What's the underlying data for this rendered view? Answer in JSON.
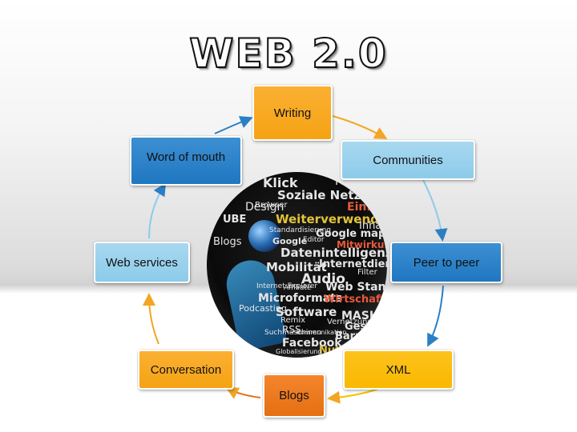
{
  "title": "WEB 2.0",
  "nodes": {
    "writing": "Writing",
    "communities": "Communities",
    "peer_to_peer": "Peer to peer",
    "xml": "XML",
    "blogs": "Blogs",
    "conversation": "Conversation",
    "web_services": "Web services",
    "word_of_mouth": "Word of mouth"
  },
  "colors": {
    "orange": "#f5a313",
    "light_blue": "#8ccbea",
    "blue": "#1f77c1",
    "gold": "#f9b800",
    "dark_orange": "#e56f13"
  },
  "collage_words": [
    "Klick",
    "Soziale Netze",
    "Firefox",
    "Design",
    "Weiterverwendbar",
    "Einfach",
    "Google maps",
    "Inhalte",
    "Datenintelligenz",
    "Mitwirkung",
    "Mobilität",
    "Internetdienst",
    "Audio",
    "Web Standards",
    "Microformats",
    "Wirtschaftlichkeit",
    "Podcasting",
    "Software",
    "MASHUP",
    "RSS",
    "Facebook",
    "Barrieren",
    "Nutzerfreundlichkeit",
    "Gestaltung",
    "Standardisierung",
    "Google",
    "Editor",
    "UBE",
    "Blogs",
    "Affiliate",
    "Filter",
    "Remix",
    "Browser",
    "Vernetzung",
    "Internet Explorer",
    "Suchmaschinen",
    "Globalisierung",
    "Kommunikation"
  ]
}
